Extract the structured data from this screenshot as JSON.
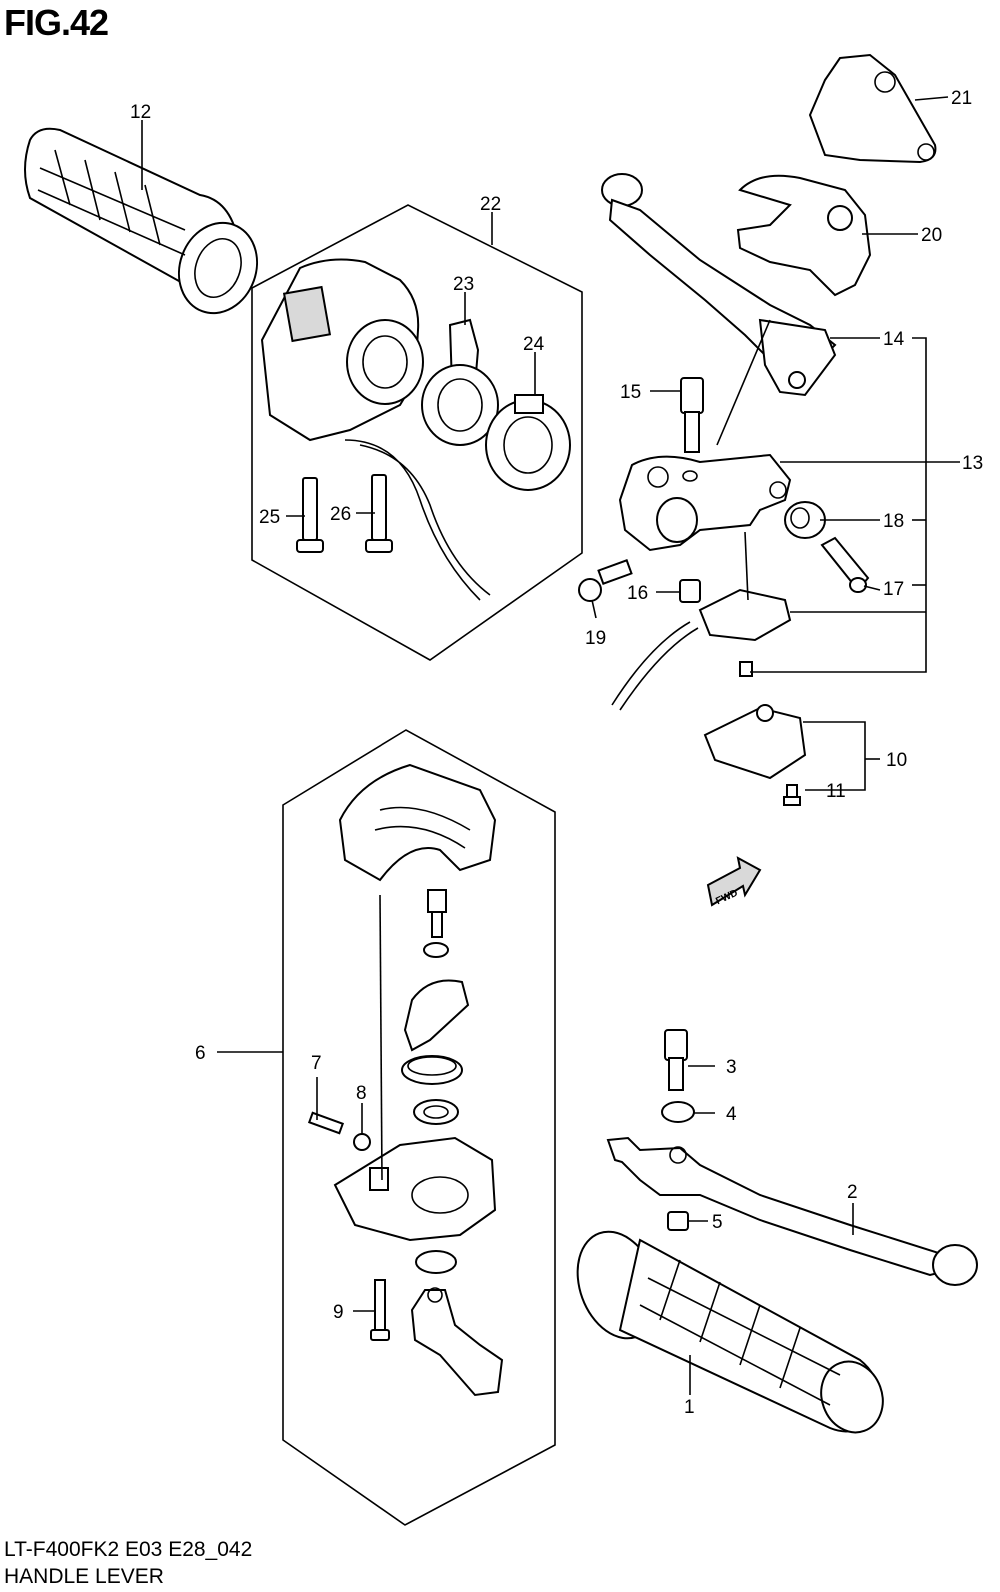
{
  "figure": {
    "title": "FIG.42",
    "code": "LT-F400FK2 E03 E28_042",
    "name": "HANDLE LEVER"
  },
  "callouts": {
    "c1": "1",
    "c2": "2",
    "c3": "3",
    "c4": "4",
    "c5": "5",
    "c6": "6",
    "c7": "7",
    "c8": "8",
    "c9": "9",
    "c10": "10",
    "c11": "11",
    "c12": "12",
    "c13": "13",
    "c14": "14",
    "c15": "15",
    "c16": "16",
    "c17": "17",
    "c18": "18",
    "c19": "19",
    "c20": "20",
    "c21": "21",
    "c22": "22",
    "c23": "23",
    "c24": "24",
    "c25": "25",
    "c26": "26"
  },
  "fwd_label": "FWD"
}
